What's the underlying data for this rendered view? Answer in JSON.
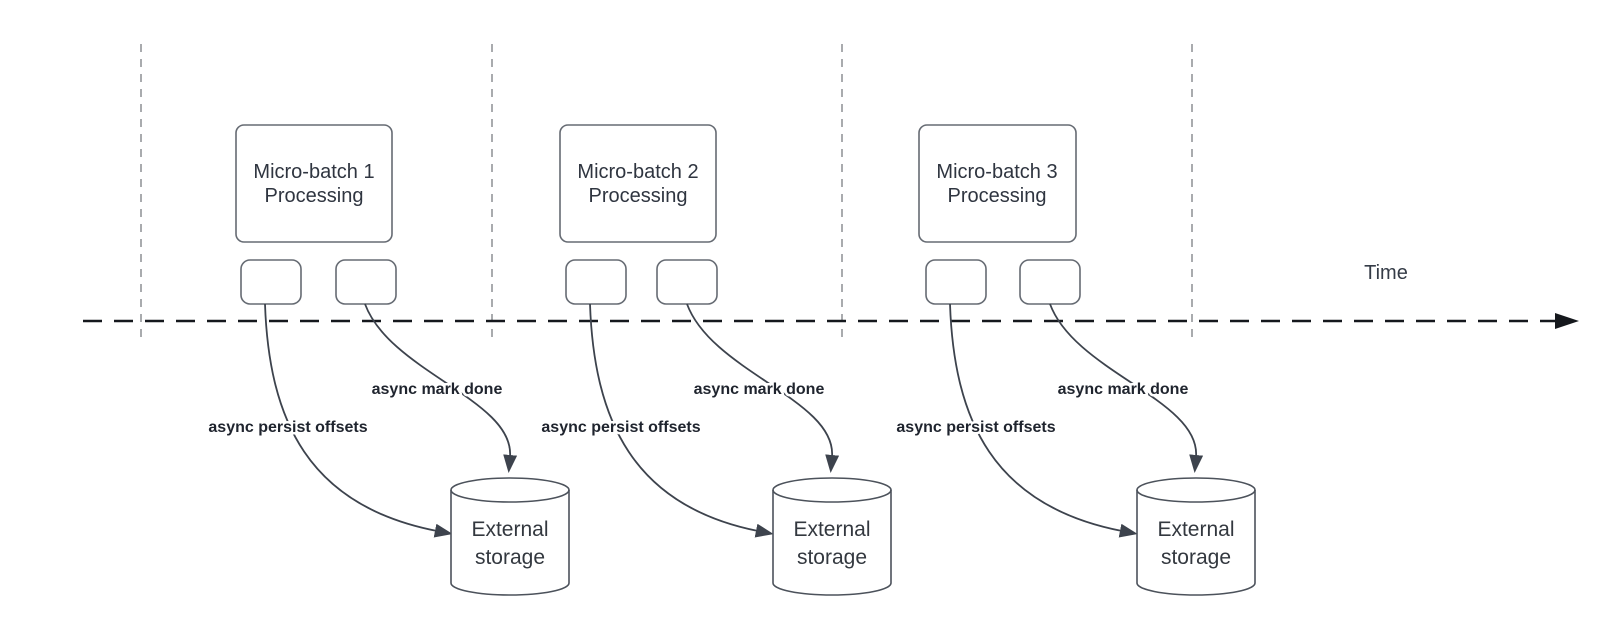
{
  "diagram": {
    "time_label": "Time",
    "sections": [
      {
        "batch_line1": "Micro-batch 1",
        "batch_line2": "Processing",
        "persist_label": "async persist offsets",
        "mark_done_label": "async mark done",
        "storage_line1": "External",
        "storage_line2": "storage"
      },
      {
        "batch_line1": "Micro-batch 2",
        "batch_line2": "Processing",
        "persist_label": "async persist offsets",
        "mark_done_label": "async mark done",
        "storage_line1": "External",
        "storage_line2": "storage"
      },
      {
        "batch_line1": "Micro-batch 3",
        "batch_line2": "Processing",
        "persist_label": "async persist offsets",
        "mark_done_label": "async mark done",
        "storage_line1": "External",
        "storage_line2": "storage"
      }
    ],
    "colors": {
      "arrow_stroke": "#3d434d",
      "box_stroke": "#666b73",
      "guide_line": "#a9abae",
      "time_axis": "#15181d",
      "text": "#2f3540",
      "background": "#ffffff"
    }
  }
}
